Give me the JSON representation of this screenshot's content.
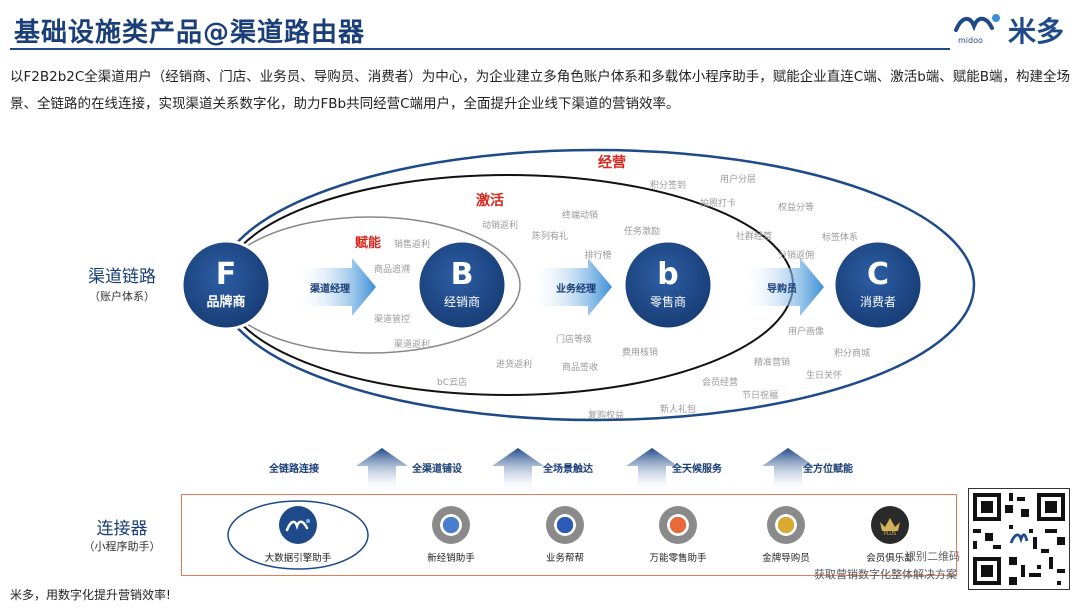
{
  "header": {
    "title": "基础设施类产品@渠道路由器",
    "logo_text": "米多",
    "logo_sub": "midoo"
  },
  "intro": "以F2B2b2C全渠道用户（经销商、门店、业务员、导购员、消费者）为中心，为企业建立多角色账户体系和多载体小程序助手，赋能企业直连C端、激活b端、赋能B端，构建全场景、全链路的在线连接，实现渠道关系数字化，助力FBb共同经营C端用户，全面提升企业线下渠道的营销效率。",
  "side": {
    "title": "渠道链路",
    "subtitle": "（账户体系）"
  },
  "zones": {
    "outer": "经营",
    "middle": "激活",
    "inner": "赋能"
  },
  "nodes": [
    {
      "letter": "F",
      "name": "品牌商"
    },
    {
      "letter": "B",
      "name": "经销商"
    },
    {
      "letter": "b",
      "name": "零售商"
    },
    {
      "letter": "C",
      "name": "消费者"
    }
  ],
  "links": [
    "渠道经理",
    "业务经理",
    "导购员"
  ],
  "features": {
    "inner": [
      "销售返利",
      "商品追溯",
      "渠道管控",
      "渠道返利"
    ],
    "middle": [
      "动销返利",
      "陈列有礼",
      "终端动销",
      "任务激励",
      "排行榜",
      "门店等级",
      "费用核销",
      "商品签收",
      "进货返利",
      "bC云店"
    ],
    "outer": [
      "积分签到",
      "用户分层",
      "拍照打卡",
      "权益分等",
      "社群经营",
      "标签体系",
      "分销返佣",
      "用户画像",
      "积分商城",
      "精准营销",
      "生日关怀",
      "会员经营",
      "节日祝福",
      "新人礼包",
      "复购权益"
    ]
  },
  "up_arrows": [
    "全链路连接",
    "全渠道铺设",
    "全场景触达",
    "全天候服务",
    "全方位赋能"
  ],
  "connector": {
    "title": "连接器",
    "subtitle": "（小程序助手）",
    "apps": [
      {
        "name": "大数据引擎助手",
        "icon": "midoo-logo-icon"
      },
      {
        "name": "新经销助手",
        "icon": "qr-mini-program-icon"
      },
      {
        "name": "业务帮帮",
        "icon": "qr-mini-program-icon"
      },
      {
        "name": "万能零售助手",
        "icon": "qr-mini-program-icon"
      },
      {
        "name": "金牌导购员",
        "icon": "qr-mini-program-icon"
      },
      {
        "name": "会员俱乐部",
        "icon": "crown-plus-icon"
      }
    ],
    "qr_caption1": "识别二维码",
    "qr_caption2": "获取营销数字化整体解决方案"
  },
  "footer": "米多，用数字化提升营销效率!",
  "colors": {
    "brand": "#1e4a8a",
    "accent_red": "#d9261c",
    "node_fill": "#1e4a8a",
    "box_border": "#e87a5a"
  }
}
